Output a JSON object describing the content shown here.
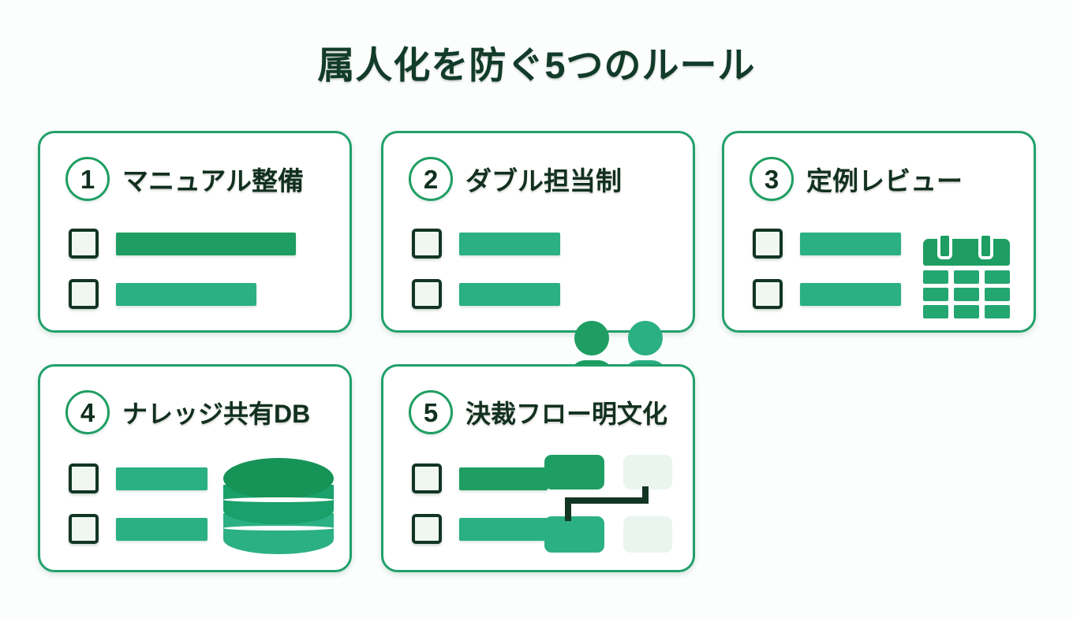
{
  "page": {
    "title": "属人化を防ぐ5つのルール",
    "background_color": "#FBFEFD",
    "accent_color": "#22A06B",
    "accent_dark": "#1E9E62",
    "accent_light": "#2BB083",
    "text_color": "#123B2A",
    "pale_color": "#EAF5F0"
  },
  "cards": [
    {
      "number": "1",
      "title": "マニュアル整備",
      "icon": "none",
      "rows": [
        {
          "checkbox": "unchecked",
          "bar_tone": "dark",
          "bar_width": "long"
        },
        {
          "checkbox": "unchecked",
          "bar_tone": "light",
          "bar_width": "medium"
        }
      ]
    },
    {
      "number": "2",
      "title": "ダブル担当制",
      "icon": "two-people-icon",
      "rows": [
        {
          "checkbox": "unchecked",
          "bar_tone": "light",
          "bar_width": "short"
        },
        {
          "checkbox": "unchecked",
          "bar_tone": "light",
          "bar_width": "short"
        }
      ]
    },
    {
      "number": "3",
      "title": "定例レビュー",
      "icon": "calendar-icon",
      "rows": [
        {
          "checkbox": "unchecked",
          "bar_tone": "light",
          "bar_width": "short"
        },
        {
          "checkbox": "unchecked",
          "bar_tone": "light",
          "bar_width": "short"
        }
      ]
    },
    {
      "number": "4",
      "title": "ナレッジ共有DB",
      "icon": "database-icon",
      "rows": [
        {
          "checkbox": "unchecked",
          "bar_tone": "light",
          "bar_width": "short"
        },
        {
          "checkbox": "unchecked",
          "bar_tone": "light",
          "bar_width": "short"
        }
      ]
    },
    {
      "number": "5",
      "title": "決裁フロー明文化",
      "icon": "flowchart-icon",
      "rows": [
        {
          "checkbox": "unchecked",
          "bar_tone": "dark",
          "bar_width": "short"
        },
        {
          "checkbox": "unchecked",
          "bar_tone": "light",
          "bar_width": "short"
        }
      ]
    }
  ]
}
